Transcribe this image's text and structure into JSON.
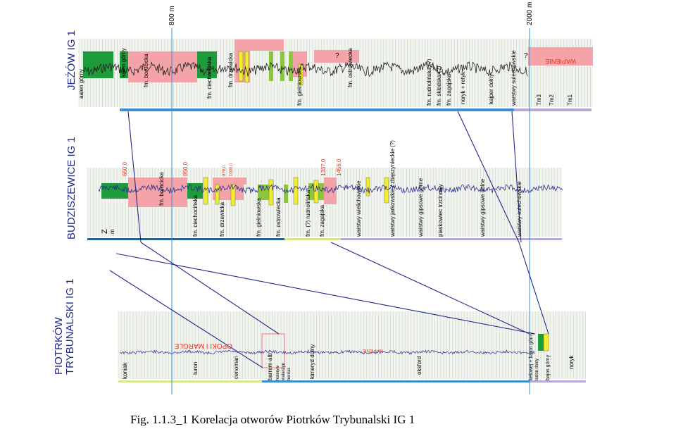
{
  "caption": "Fig. 1.1.3_1 Korelacja otworów Piotrków Trybunalski IG 1",
  "scale_labels": {
    "m800": "800 m",
    "m2000": "2000 m"
  },
  "colors": {
    "green": "#1e9b3a",
    "pink": "#f4a3a8",
    "yellow": "#f2ee2e",
    "lightgreen": "#8cc63f",
    "blue": "#3a8fd6",
    "lavender": "#b8a8d8",
    "lime": "#d6e88a",
    "log_blue": "#2b2f8f",
    "log_black": "#222222",
    "red_text": "#e23a2a",
    "outline": "#ff5a5a"
  },
  "wells": {
    "jezow": {
      "title": "JEŻÓW IG 1",
      "labels": {
        "aalen": "aalen górny",
        "bor": "fm. borucicka",
        "ciech": "fm. ciechocińska",
        "drze": "fm. drzewicka",
        "gielni": "fm. gielniowska",
        "ostro": "fm. ostrowiecka",
        "rudn": "fm. rudnolińska (?)",
        "sklo": "fm. skłodska (?)",
        "zag": "fm. zagajska",
        "noryk": "noryk + retyk",
        "karpat": "kajper dolny",
        "warstwy": "warstwy sulechowskie",
        "tm3": "Tm3",
        "tm2": "Tm2",
        "tm1": "Tm1",
        "wapienie": "WAPIENIE",
        "q1": "?",
        "q2": "?"
      }
    },
    "budz": {
      "title": "BUDZISZEWICE IG 1",
      "labels": {
        "bor": "fm. borucicka",
        "ciech": "fm. ciechocińska",
        "drze": "fm. drzewicka",
        "gielni": "fm. gielniowska",
        "ostro": "fm. ostrowiecka",
        "rudn": "fm. (?) rudnolińska",
        "zag": "fm. zagajska",
        "wielich": "warstwy wielichowskie",
        "jark": "warstwy jarkowskie / zbąszynieckie (?)",
        "gipsg": "warstwy gipsowe górne",
        "piask": "piaskowiec trzcinowy",
        "gipsd": "warstwy gipsowe dolne",
        "sulech": "warstwy sulechowskie",
        "d1": "650,0",
        "d2": "850,0",
        "d3": "978,0",
        "d4": "1000,0",
        "d5": "1337,0",
        "d6": "1456,0",
        "z": "Z",
        "m": "m"
      }
    },
    "piotr": {
      "title": "PIOTRKÓW TRYBUNALSKI IG 1",
      "labels": {
        "koniak": "koniak",
        "turon": "turon",
        "ceno": "cenoman",
        "barrem": "barrem-alb",
        "hot": "hoteryw",
        "wal": "walanżyn",
        "ber": "berrias",
        "kim": "kimeryd dolny",
        "oks": "oksford",
        "kel": "kelowej + baton górny",
        "bat": "baton dolny",
        "bajos": "bajos górny",
        "noryk": "noryk",
        "opoki": "OPOKI I MARGLE",
        "wapienie": "WAPIENIE"
      }
    }
  }
}
